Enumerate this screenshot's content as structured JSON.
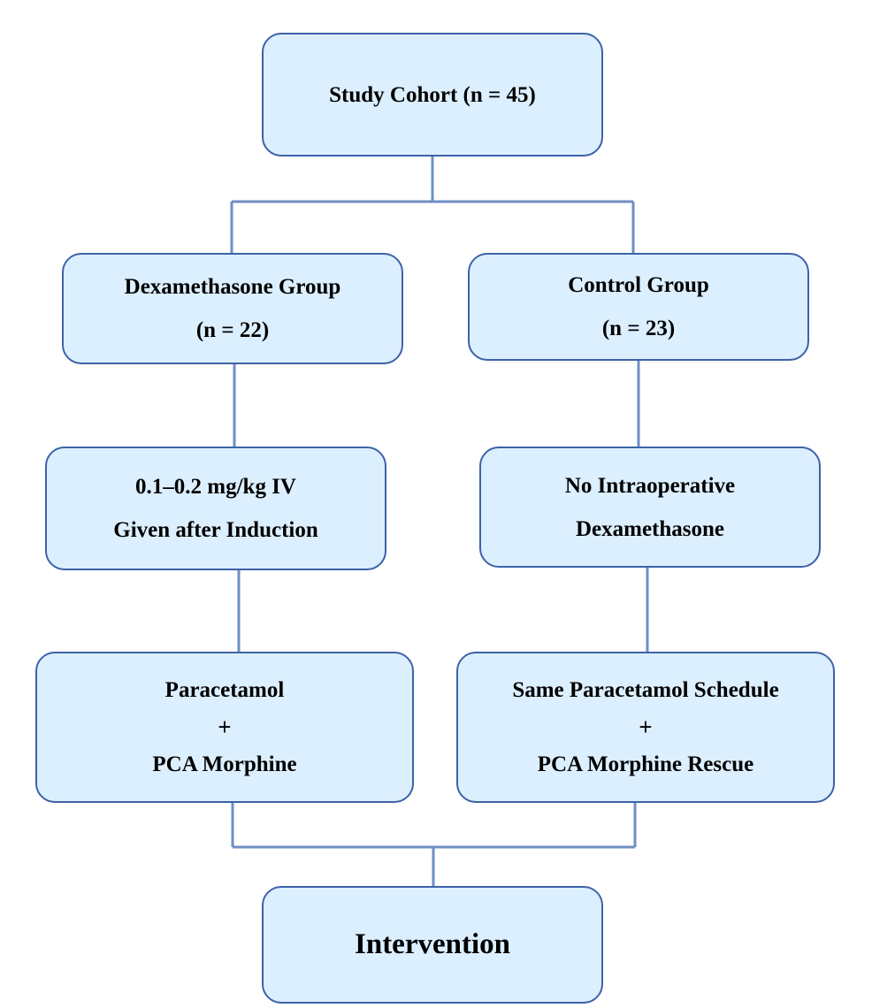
{
  "colors": {
    "box_fill": "#dcefff",
    "box_border": "#3d62a8",
    "connector": "#6e8fc6",
    "text": "#000000"
  },
  "boxes": {
    "cohort": {
      "lines": [
        "Study Cohort (n = 45)"
      ]
    },
    "dex_group": {
      "lines": [
        "Dexamethasone Group",
        "(n = 22)"
      ]
    },
    "control_group": {
      "lines": [
        "Control Group",
        "(n = 23)"
      ]
    },
    "dex_dose": {
      "lines": [
        "0.1–0.2 mg/kg IV",
        "Given after Induction"
      ]
    },
    "no_dex": {
      "lines": [
        "No Intraoperative",
        "Dexamethasone"
      ]
    },
    "para_left": {
      "lines": [
        "Paracetamol",
        "+",
        "PCA Morphine"
      ]
    },
    "para_right": {
      "lines": [
        "Same Paracetamol Schedule",
        "+",
        "PCA Morphine Rescue"
      ]
    },
    "intervention": {
      "lines": [
        "Intervention"
      ]
    }
  }
}
